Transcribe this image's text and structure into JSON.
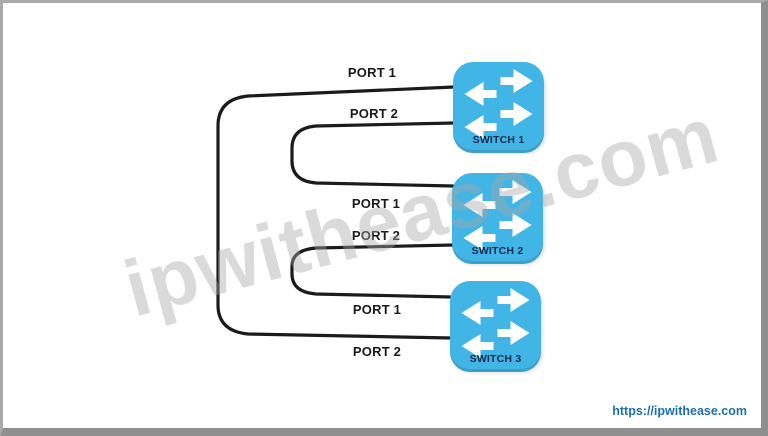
{
  "diagram": {
    "switches": [
      {
        "label": "SWITCH 1"
      },
      {
        "label": "SWITCH 2"
      },
      {
        "label": "SWITCH 3"
      }
    ],
    "port_labels": [
      "PORT 1",
      "PORT 2",
      "PORT 1",
      "PORT 2",
      "PORT 1",
      "PORT 2"
    ],
    "connections": [
      {
        "from": "SWITCH 1 PORT 1",
        "to": "SWITCH 3 PORT 2"
      },
      {
        "from": "SWITCH 1 PORT 2",
        "to": "SWITCH 2 PORT 1"
      },
      {
        "from": "SWITCH 2 PORT 2",
        "to": "SWITCH 3 PORT 1"
      }
    ],
    "watermark": "ipwithease.com",
    "footer_url": "https://ipwithease.com",
    "colors": {
      "switch_blue": "#41b6e6",
      "switch_label": "#13294d",
      "line_black": "#1b1b1b",
      "url_blue": "#1c6fb0",
      "watermark_gray": "#c9c9c9",
      "frame_gray": "#8f8f8f"
    }
  }
}
